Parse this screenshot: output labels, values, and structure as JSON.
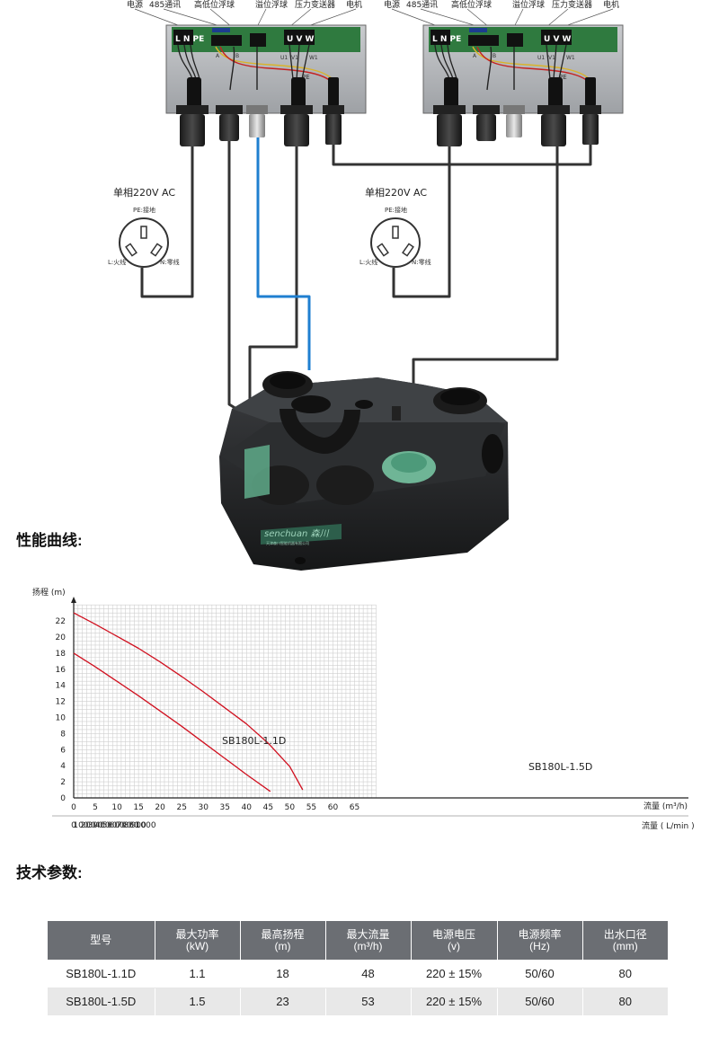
{
  "wiring": {
    "controllers": [
      {
        "labels": [
          "电源",
          "485通讯",
          "高低位浮球",
          "溢位浮球",
          "压力变送器",
          "电机"
        ],
        "terminal_power": "L N PE",
        "terminal_motor": "U V W",
        "pcb_marks": [
          "A",
          "B",
          "U1",
          "V1",
          "W1",
          "PE"
        ]
      },
      {
        "labels": [
          "电源",
          "485通讯",
          "高低位浮球",
          "溢位浮球",
          "压力变送器",
          "电机"
        ],
        "terminal_power": "L N PE",
        "terminal_motor": "U V W",
        "pcb_marks": [
          "A",
          "B",
          "U1",
          "V1",
          "W1",
          "PE"
        ]
      }
    ],
    "power_sources": [
      {
        "title": "单相220V AC",
        "pe_label": "PE:接地",
        "l_label": "L:火线",
        "n_label": "N:零线"
      },
      {
        "title": "单相220V AC",
        "pe_label": "PE:接地",
        "l_label": "L:火线",
        "n_label": "N:零线"
      }
    ],
    "station_brand": "senchuan 森川",
    "station_subtext": "天津森川智能机器有限公司"
  },
  "sections": {
    "curve_title": "性能曲线:",
    "spec_title": "技术参数:"
  },
  "chart_data": {
    "type": "line",
    "ylabel": "扬程 (m)",
    "xlabel": "流量 (m³/h)",
    "x2label": "流量 ( L/min )",
    "xlim": [
      0,
      70
    ],
    "ylim": [
      0,
      24
    ],
    "yticks": [
      0,
      2,
      4,
      6,
      8,
      10,
      12,
      14,
      16,
      18,
      20,
      22
    ],
    "xticks": [
      0,
      5,
      10,
      15,
      20,
      25,
      30,
      35,
      40,
      45,
      50,
      55,
      60,
      65
    ],
    "x2ticks": [
      0,
      100,
      200,
      300,
      400,
      500,
      600,
      700,
      800,
      900,
      1000
    ],
    "grid": true,
    "series": [
      {
        "name": "SB180L-1.1D",
        "x": [
          0,
          5,
          10,
          15,
          20,
          25,
          30,
          35,
          40,
          45.5
        ],
        "y": [
          18,
          16.3,
          14.5,
          12.7,
          10.8,
          8.9,
          6.9,
          4.9,
          2.9,
          0.8
        ]
      },
      {
        "name": "SB180L-1.5D",
        "x": [
          0,
          5,
          10,
          15,
          20,
          25,
          30,
          35,
          40,
          45,
          50,
          53
        ],
        "y": [
          23,
          21.6,
          20.1,
          18.6,
          16.9,
          15.1,
          13.2,
          11.2,
          9.2,
          6.8,
          3.9,
          1.0
        ]
      }
    ],
    "curve_color": "#d0101f"
  },
  "table": {
    "headers": [
      {
        "name": "型号",
        "unit": ""
      },
      {
        "name": "最大功率",
        "unit": "(kW)"
      },
      {
        "name": "最高扬程",
        "unit": "(m)"
      },
      {
        "name": "最大流量",
        "unit": "(m³/h)"
      },
      {
        "name": "电源电压",
        "unit": "(v)"
      },
      {
        "name": "电源频率",
        "unit": "(Hz)"
      },
      {
        "name": "出水口径",
        "unit": "(mm)"
      }
    ],
    "rows": [
      [
        "SB180L-1.1D",
        "1.1",
        "18",
        "48",
        "220 ± 15%",
        "50/60",
        "80"
      ],
      [
        "SB180L-1.5D",
        "1.5",
        "23",
        "53",
        "220 ± 15%",
        "50/60",
        "80"
      ]
    ]
  }
}
